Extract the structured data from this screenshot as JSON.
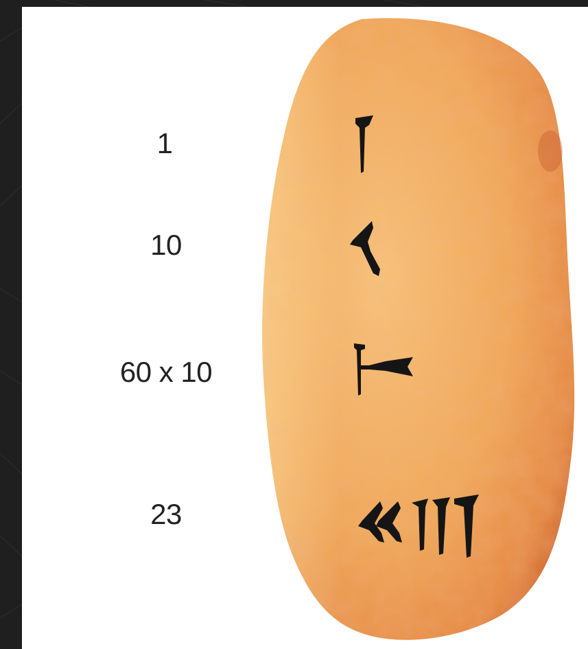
{
  "rows": [
    {
      "label": "1",
      "glyph": "cuneiform-one-sign"
    },
    {
      "label": "10",
      "glyph": "cuneiform-ten-sign"
    },
    {
      "label": "60 x 10",
      "glyph": "cuneiform-six-hundred-sign"
    },
    {
      "label": "23",
      "glyph": "cuneiform-twenty-three-sign"
    }
  ],
  "colors": {
    "frame_background": "#1f1f1f",
    "panel_background": "#ffffff",
    "tablet_clay": "#f0a85a",
    "tablet_edge": "#d46f38",
    "ink": "#151515"
  }
}
